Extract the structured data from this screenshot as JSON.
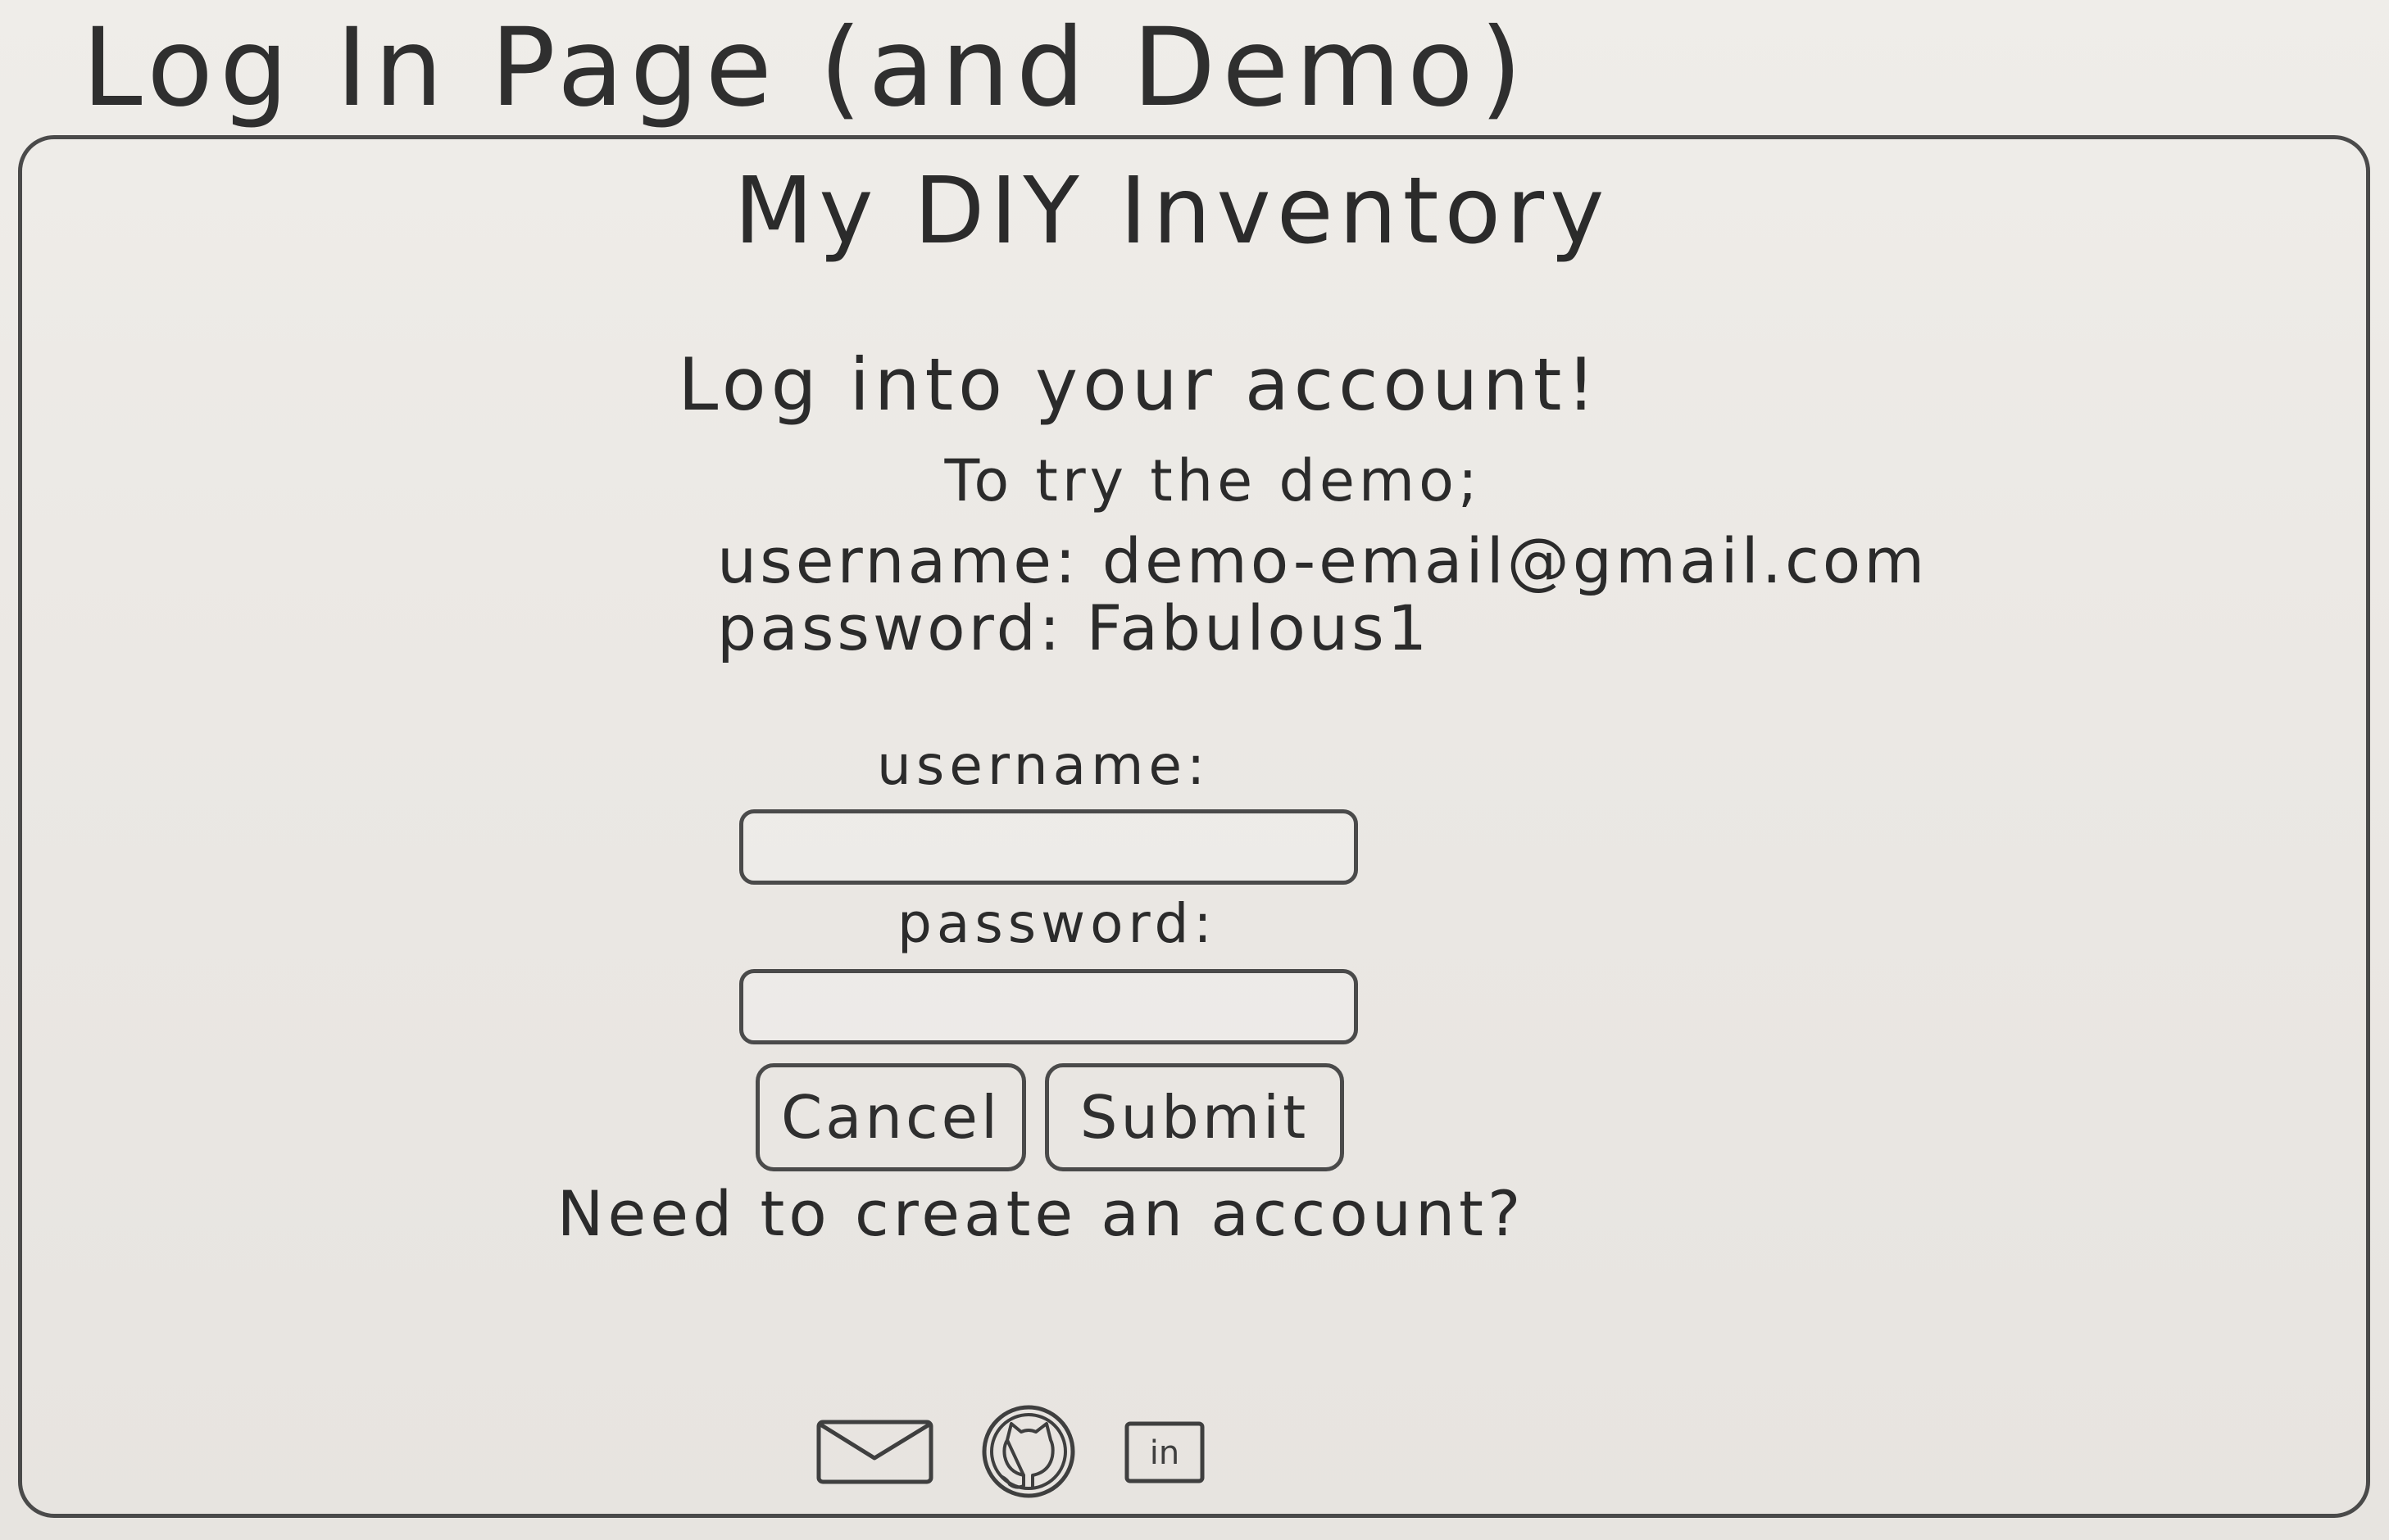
{
  "page": {
    "title": "Log In Page (and Demo)"
  },
  "app": {
    "title": "My DIY Inventory"
  },
  "login": {
    "heading": "Log into your account!",
    "demo_intro": "To try the demo;",
    "demo_username_label": "username:",
    "demo_username_value": "demo-email@gmail.com",
    "demo_password_label": "password:",
    "demo_password_value": "Fabulous1"
  },
  "form": {
    "username_label": "username:",
    "password_label": "password:",
    "cancel_label": "Cancel",
    "submit_label": "Submit",
    "create_account": "Need to create an account?"
  },
  "footer": {
    "icons": [
      "email-icon",
      "github-icon",
      "linkedin-icon"
    ],
    "linkedin_text": "in"
  }
}
